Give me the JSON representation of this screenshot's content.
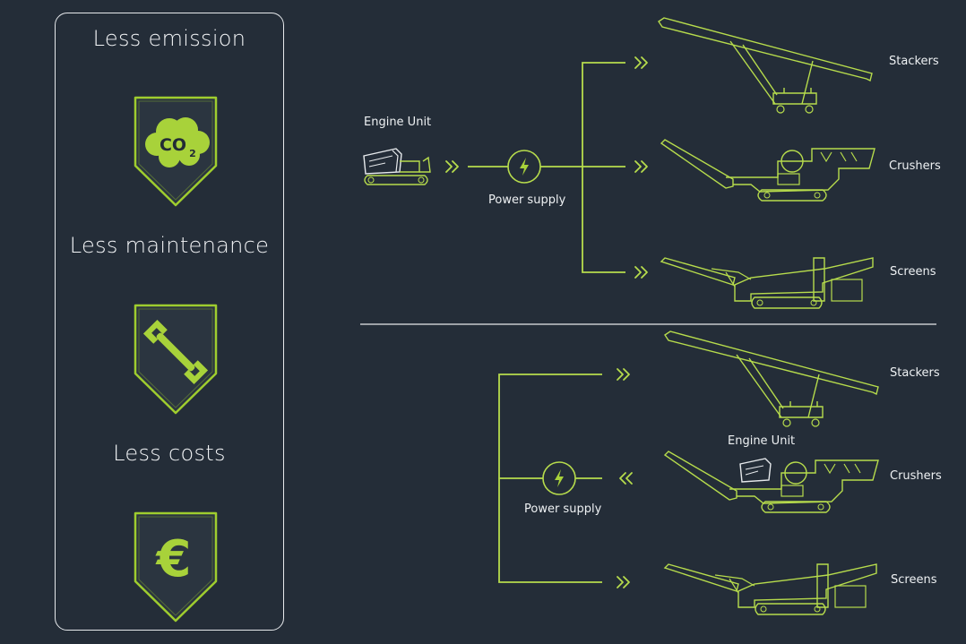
{
  "benefits": [
    {
      "title": "Less emission",
      "icon": "co2-cloud-icon",
      "icon_text": "CO",
      "icon_sub": "2"
    },
    {
      "title": "Less maintenance",
      "icon": "wrench-icon"
    },
    {
      "title": "Less costs",
      "icon": "euro-icon",
      "icon_text": "€"
    }
  ],
  "top_diagram": {
    "source": "Engine Unit",
    "hub": "Power supply",
    "targets": [
      "Stackers",
      "Crushers",
      "Screens"
    ]
  },
  "bottom_diagram": {
    "engine": "Engine Unit",
    "hub": "Power supply",
    "targets": [
      "Stackers",
      "Crushers",
      "Screens"
    ]
  },
  "colors": {
    "background": "#242d38",
    "accent": "#a8d23a",
    "line": "#b7dc4c",
    "outline_white": "#e6e9ec"
  }
}
